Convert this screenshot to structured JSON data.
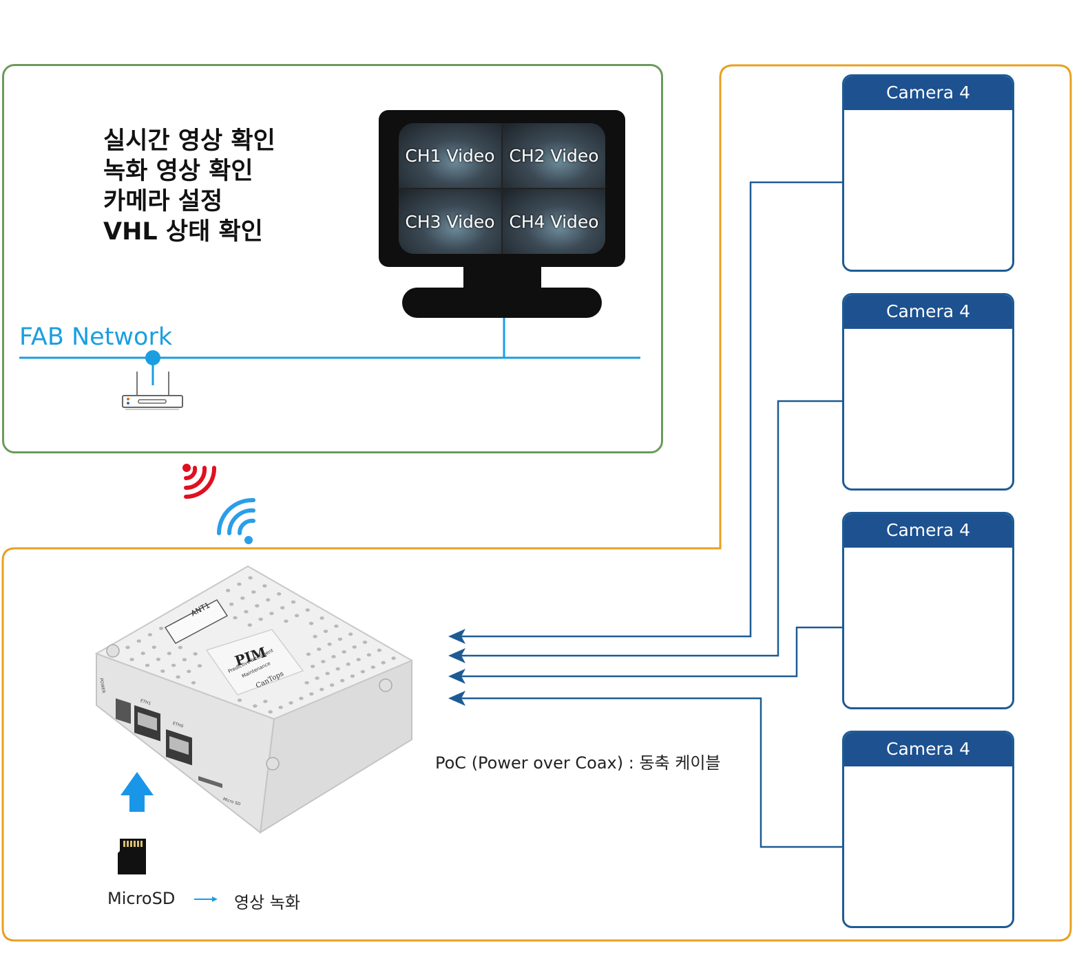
{
  "management_panel": {
    "features": [
      "실시간 영상 확인",
      "녹화 영상 확인",
      "카메라 설정",
      "VHL 상태 확인"
    ],
    "network_label": "FAB Network"
  },
  "monitor": {
    "channels": [
      "CH1 Video",
      "CH2 Video",
      "CH3 Video",
      "CH4 Video"
    ]
  },
  "cameras": [
    {
      "label": "Camera 4"
    },
    {
      "label": "Camera 4"
    },
    {
      "label": "Camera 4"
    },
    {
      "label": "Camera 4"
    }
  ],
  "device": {
    "port_label": "ANT1",
    "brand": "PIM",
    "subtitle_line1": "Predictive Intelligent",
    "subtitle_line2": "Maintenance",
    "maker": "CanTops",
    "eth1": "ETH1",
    "eth0": "ETH0",
    "power": "POWER",
    "microsd_slot": "Micro SD"
  },
  "cable_caption": "PoC (Power over Coax) : 동축 케이블",
  "storage": {
    "source": "MicroSD",
    "target": "영상 녹화"
  },
  "colors": {
    "green_border": "#6a9a5a",
    "orange_border": "#e8a020",
    "network_blue": "#1a9ee0",
    "cable_blue": "#1d5b94",
    "wifi_red": "#e01020"
  }
}
